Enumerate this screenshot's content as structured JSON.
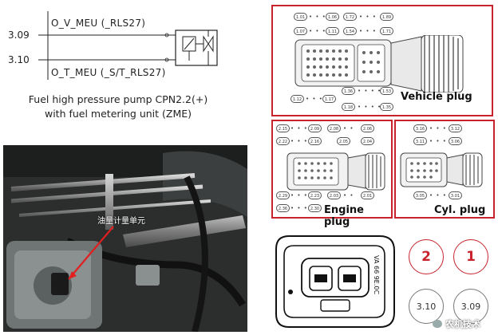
{
  "schematic": {
    "pin_top": "3.09",
    "pin_bottom": "3.10",
    "signal_top": "O_V_MEU (_RLS27)",
    "signal_bottom": "O_T_MEU (_S/T_RLS27)",
    "caption_line1": "Fuel high pressure pump CPN2.2(+)",
    "caption_line2": "with fuel metering unit (ZME)"
  },
  "vehicle_plug": {
    "title": "Vehicle plug",
    "pins_top": [
      "1.01",
      "1.06",
      "1.72",
      "1.89"
    ],
    "pins_row2": [
      "1.07",
      "1.11",
      "1.54",
      "1.71"
    ],
    "pins_right": [
      "1.36",
      "1.53"
    ],
    "pins_bottom_left": [
      "1.12",
      "1.17"
    ],
    "pins_bottom_right": [
      "1.18",
      "1.35"
    ]
  },
  "engine_plug": {
    "title": "Engine plug",
    "pins_top": [
      "2.15",
      "2.09",
      "2.08",
      "2.06"
    ],
    "pins_row2": [
      "2.22",
      "2.16",
      "2.05",
      "2.04"
    ],
    "pins_bottom": [
      "2.29",
      "2.23",
      "2.03",
      "2.01"
    ],
    "pins_bottom2": [
      "2.36",
      "2.30"
    ]
  },
  "cyl_plug": {
    "title": "Cyl. plug",
    "pins_top": [
      "3.16",
      "3.12"
    ],
    "pins_row2": [
      "3.11",
      "3.06"
    ],
    "pins_bottom": [
      "3.05",
      "3.01"
    ]
  },
  "photo": {
    "label": "油量计量单元"
  },
  "connector": {
    "side_text": "VA 66 9E.0C",
    "pin_numbers": [
      "2",
      "1"
    ],
    "pin_codes": [
      "3.10",
      "3.09"
    ],
    "watermark": "农机技术"
  },
  "colors": {
    "accent_red": "#c8232c",
    "photo_bg": "#2a2b2b"
  }
}
